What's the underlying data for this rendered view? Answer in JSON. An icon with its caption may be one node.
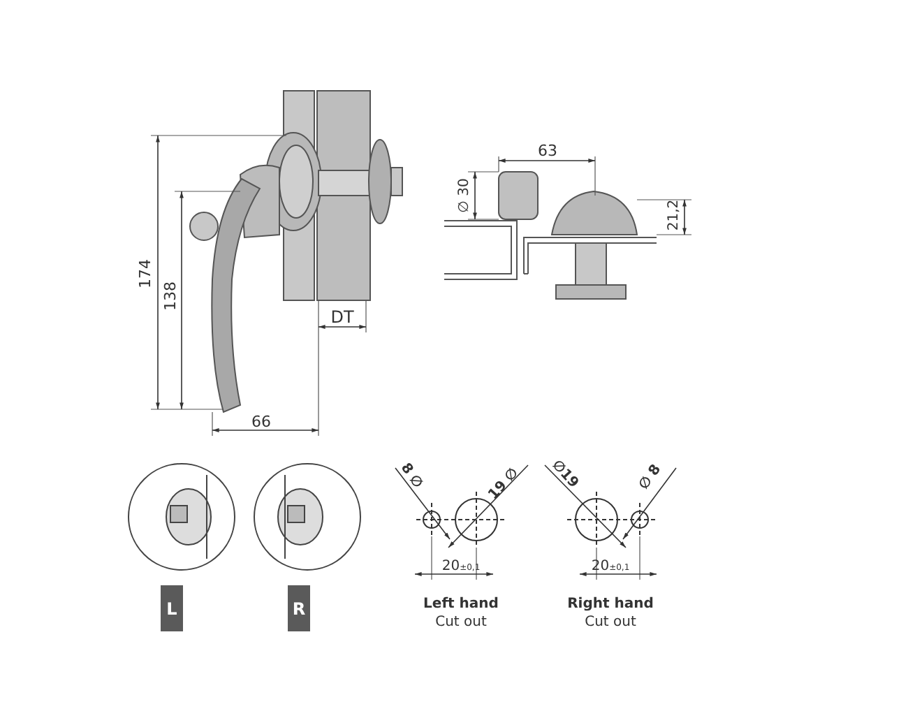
{
  "diagram": {
    "nodes": [
      {
        "text": [
          "L"
        ]
      },
      {
        "text": [
          "R"
        ]
      }
    ],
    "edges": [],
    "labels": [
      "174",
      "138",
      "DT",
      "66",
      "63",
      "∅ 30",
      "21,2",
      "8 ∅",
      "19 ∅",
      "20$_{±0,1}$",
      "Left hand",
      "Cut out",
      "∅19",
      "∅ 8",
      "20$_{±0,1}$",
      "Right hand",
      "Cut out"
    ]
  }
}
